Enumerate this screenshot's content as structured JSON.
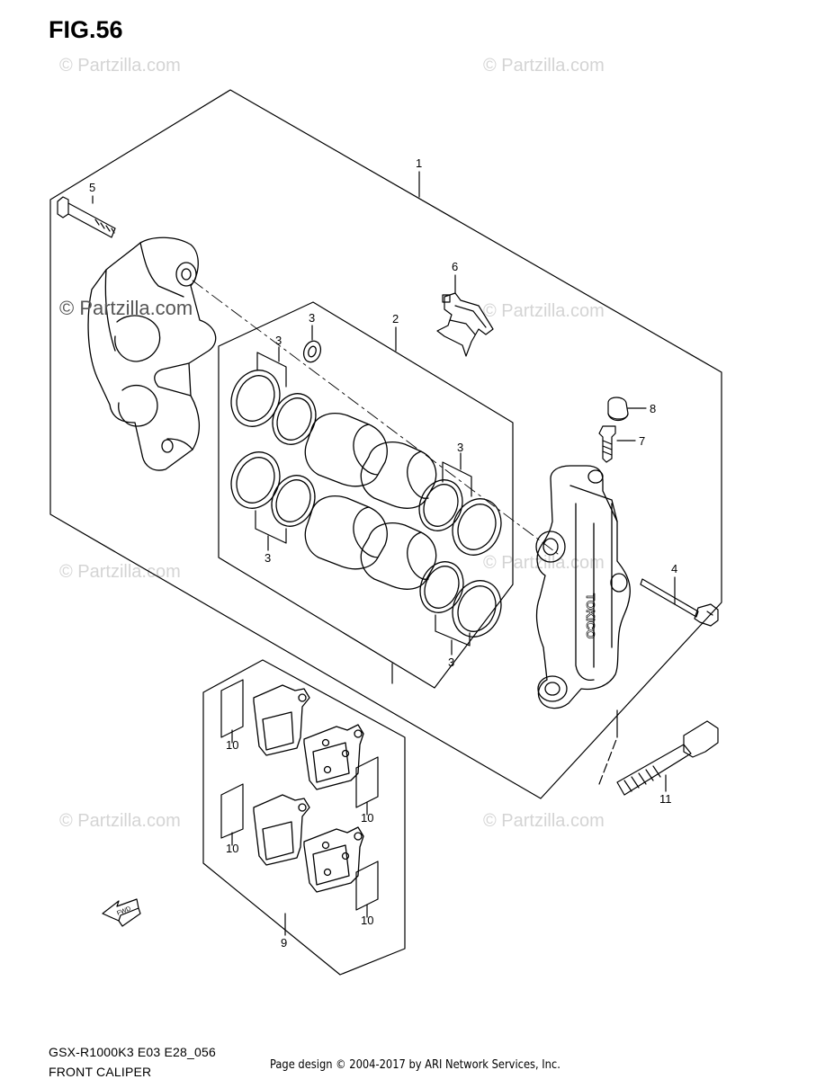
{
  "figure": {
    "title": "FIG.56",
    "model_code": "GSX-R1000K3 E03 E28_056",
    "assembly_name": "FRONT CALIPER",
    "credit": "Page design © 2004-2017 by ARI Network Services, Inc.",
    "watermark": "© Partzilla.com",
    "fwd_label": "FWD"
  },
  "callouts": [
    "1",
    "2",
    "3",
    "3",
    "3",
    "3",
    "3",
    "4",
    "5",
    "6",
    "7",
    "8",
    "9",
    "10",
    "10",
    "10",
    "10",
    "11"
  ],
  "colors": {
    "line": "#000000",
    "watermark": "#d4d4d4"
  }
}
